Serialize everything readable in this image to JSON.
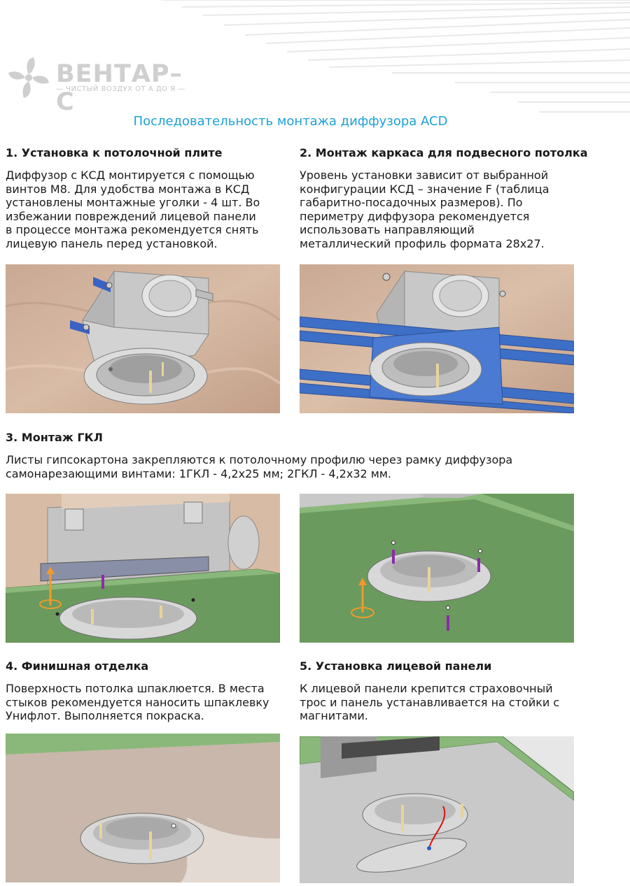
{
  "brand": {
    "name": "ВЕНТАР–С",
    "tagline": "— ЧИСТЫЙ ВОЗДУХ ОТ А ДО Я —"
  },
  "title": "Последовательность монтажа диффузора ACD",
  "sections": [
    {
      "heading": "1. Установка к потолочной плите",
      "lines": [
        "Диффузор с КСД монтируется с помощью",
        "винтов М8. Для удобства монтажа в КСД",
        "установлены монтажные уголки - 4 шт. Во",
        "избежании повреждений лицевой панели",
        "в процессе монтажа рекомендуется снять",
        "лицевую панель перед установкой."
      ]
    },
    {
      "heading": "2. Монтаж каркаса для подвесного потолка",
      "lines": [
        "Уровень установки зависит от выбранной",
        "конфигурации КСД – значение F (таблица",
        "габаритно-посадочных размеров). По",
        "периметру диффузора рекомендуется",
        "использовать направляющий",
        "металлический профиль формата 28х27."
      ]
    },
    {
      "heading": "3. Монтаж ГКЛ",
      "lines": [
        "Листы гипсокартона закрепляются к потолочному профилю через рамку диффузора",
        "самонарезающими винтами: 1ГКЛ - 4,2х25 мм; 2ГКЛ - 4,2х32 мм."
      ]
    },
    {
      "heading": "4. Финишная отделка",
      "lines": [
        "Поверхность потолка шпаклюется. В места",
        "стыков рекомендуется наносить шпаклевку",
        "Унифлот. Выполняется покраска."
      ]
    },
    {
      "heading": "5. Установка лицевой панели",
      "lines": [
        "К лицевой панели крепится страховочный",
        "трос и панель устанавливается на стойки с",
        "магнитами."
      ]
    }
  ],
  "colors": {
    "title": "#1da1d6",
    "drywall": "#6b9a5e",
    "profile": "#3d6fc7",
    "concrete": "#c9a78d"
  },
  "icons": [
    "fan-logo-icon"
  ]
}
